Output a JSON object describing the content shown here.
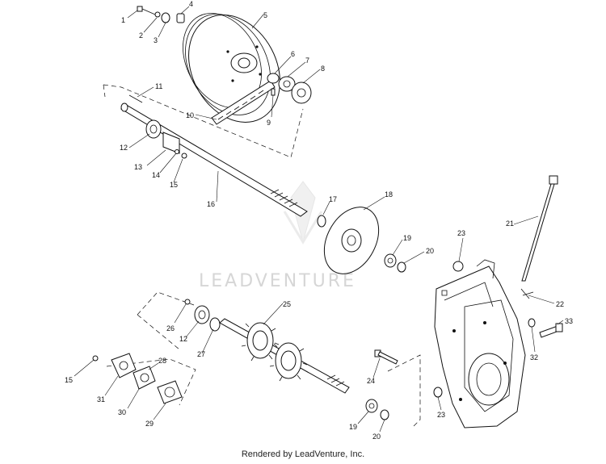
{
  "watermark": "LEADVENTURE",
  "footer": "Rendered by LeadVenture, Inc.",
  "callouts": [
    {
      "id": "c1",
      "text": "1"
    },
    {
      "id": "c2",
      "text": "2"
    },
    {
      "id": "c3",
      "text": "3"
    },
    {
      "id": "c4",
      "text": "4"
    },
    {
      "id": "c5",
      "text": "5"
    },
    {
      "id": "c6",
      "text": "6"
    },
    {
      "id": "c7",
      "text": "7"
    },
    {
      "id": "c8",
      "text": "8"
    },
    {
      "id": "c9",
      "text": "9"
    },
    {
      "id": "c10",
      "text": "10"
    },
    {
      "id": "c11",
      "text": "11"
    },
    {
      "id": "c12a",
      "text": "12"
    },
    {
      "id": "c13",
      "text": "13"
    },
    {
      "id": "c14",
      "text": "14"
    },
    {
      "id": "c15a",
      "text": "15"
    },
    {
      "id": "c16",
      "text": "16"
    },
    {
      "id": "c17",
      "text": "17"
    },
    {
      "id": "c18",
      "text": "18"
    },
    {
      "id": "c19a",
      "text": "19"
    },
    {
      "id": "c20a",
      "text": "20"
    },
    {
      "id": "c21",
      "text": "21"
    },
    {
      "id": "c22",
      "text": "22"
    },
    {
      "id": "c23a",
      "text": "23"
    },
    {
      "id": "c33",
      "text": "33"
    },
    {
      "id": "c32",
      "text": "32"
    },
    {
      "id": "c25",
      "text": "25"
    },
    {
      "id": "c26",
      "text": "26"
    },
    {
      "id": "c12b",
      "text": "12"
    },
    {
      "id": "c27",
      "text": "27"
    },
    {
      "id": "c28",
      "text": "28"
    },
    {
      "id": "c15b",
      "text": "15"
    },
    {
      "id": "c31",
      "text": "31"
    },
    {
      "id": "c30",
      "text": "30"
    },
    {
      "id": "c29",
      "text": "29"
    },
    {
      "id": "c24",
      "text": "24"
    },
    {
      "id": "c23b",
      "text": "23"
    },
    {
      "id": "c19b",
      "text": "19"
    },
    {
      "id": "c20b",
      "text": "20"
    }
  ]
}
